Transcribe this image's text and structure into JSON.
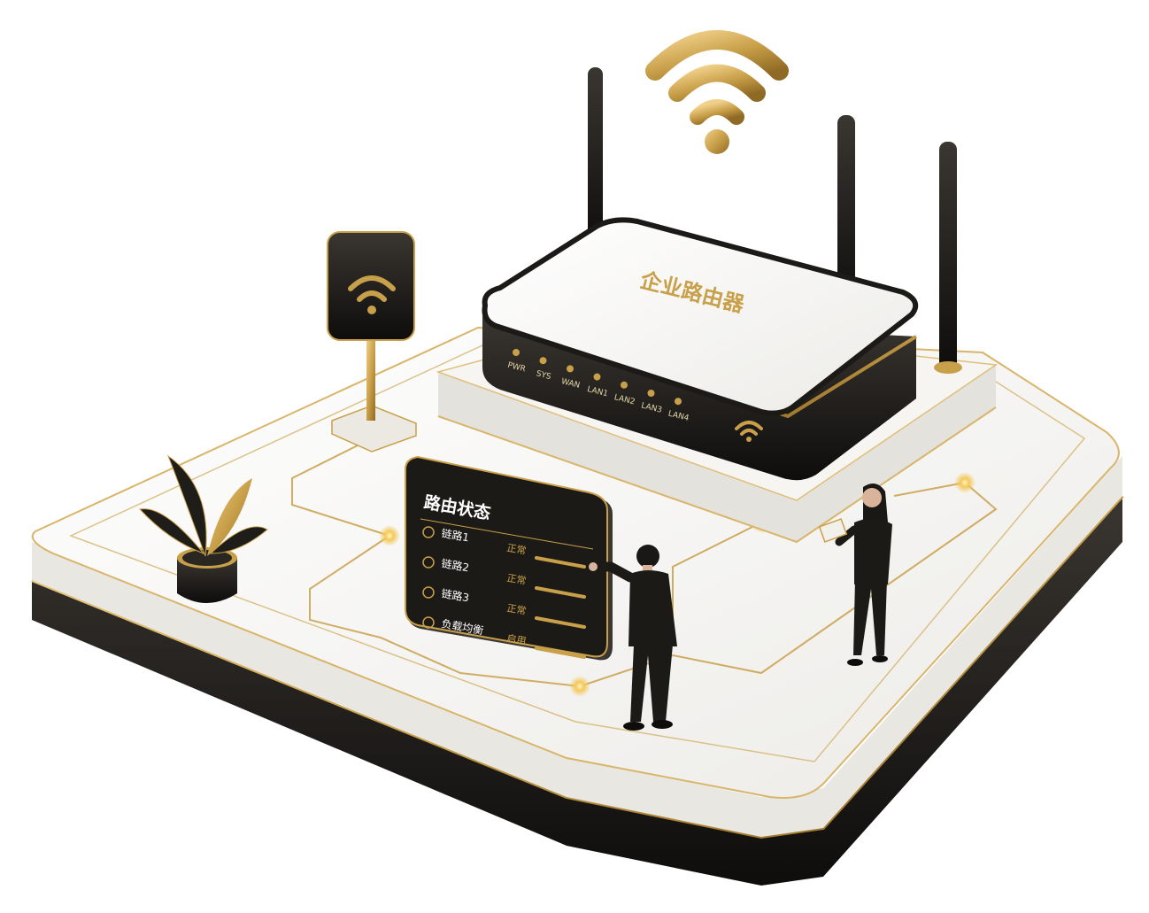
{
  "router": {
    "label": "企业路由器",
    "leds": [
      "PWR",
      "SYS",
      "WAN",
      "LAN1",
      "LAN2",
      "LAN3",
      "LAN4"
    ]
  },
  "status_panel": {
    "title": "路由状态",
    "rows": [
      {
        "name": "链路1",
        "state": "正常"
      },
      {
        "name": "链路2",
        "state": "正常"
      },
      {
        "name": "链路3",
        "state": "正常"
      },
      {
        "name": "负载均衡",
        "state": "启用"
      }
    ]
  },
  "colors": {
    "gold": "#c9a04a",
    "black": "#1c1a17",
    "white": "#f7f6f3"
  },
  "icons": [
    "wifi-icon",
    "wifi-sign-icon",
    "plant-icon"
  ]
}
